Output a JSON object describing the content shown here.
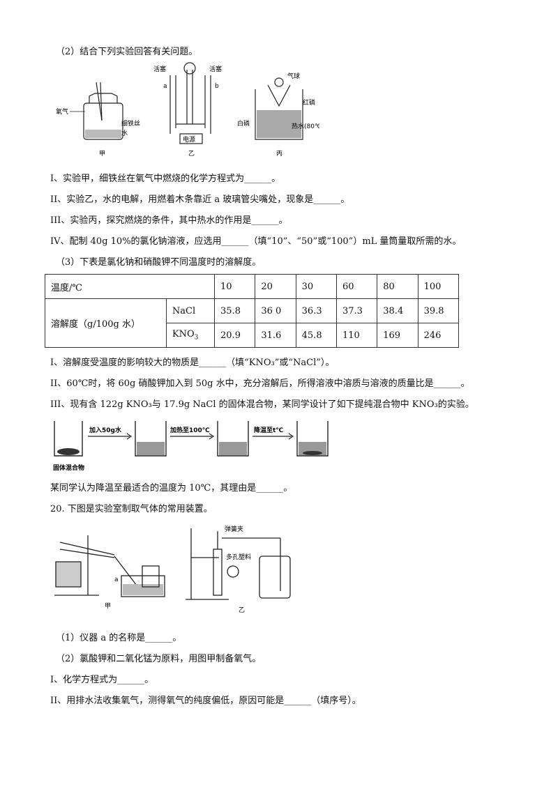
{
  "q19": {
    "part2_intro": "（2）结合下列实验回答有关问题。",
    "figure": {
      "jia_labels": {
        "oxygen": "氧气",
        "wire": "细铁丝",
        "water": "水",
        "name": "甲"
      },
      "yi_labels": {
        "piston_left": "活塞",
        "piston_right": "活塞",
        "a": "a",
        "b": "b",
        "power": "电源",
        "name": "乙"
      },
      "bing_labels": {
        "balloon": "气球",
        "red_p": "红磷",
        "white_p": "白磷",
        "hot_water": "热水(80℃)",
        "name": "丙"
      }
    },
    "q_i": "I、实验甲，细铁丝在氧气中燃烧的化学方程式为______。",
    "q_ii": "II、实验乙，水的电解，用燃着木条靠近 a 玻璃管尖嘴处，现象是______。",
    "q_iii": "III、实验丙，探究燃烧的条件，其中热水的作用是______。",
    "q_iv": "IV、配制 40g 10%的氯化钠溶液，应选用______（填“10”、“50”或“100”）mL 量筒量取所需的水。",
    "part3_intro": "（3）下表是氯化钠和硝酸钾不同温度时的溶解度。",
    "table": {
      "temp_header": "温度/℃",
      "temps": [
        "10",
        "20",
        "30",
        "60",
        "80",
        "100"
      ],
      "solubility_label": "溶解度（g/100g 水）",
      "nacl_label": "NaCl",
      "kno3_label_main": "KNO",
      "kno3_label_sub": "3",
      "nacl_values": [
        "35.8",
        "36 0",
        "36.3",
        "37.3",
        "38.4",
        "39.8"
      ],
      "kno3_values": [
        "20.9",
        "31.6",
        "45.8",
        "110",
        "169",
        "246"
      ]
    },
    "t_i": "I、溶解度受温度的影响较大的物质是______（填“KNO₃”或“NaCl”）。",
    "t_ii": "II、60℃时，将 60g 硝酸钾加入到 50g 水中，充分溶解后，所得溶液中溶质与溶液的质量比是______。",
    "t_iii": "III、现有含 122g KNO₃与 17.9g NaCl 的固体混合物，某同学设计了如下提纯混合物中 KNO₃的实验。",
    "flow": {
      "step1": "加入50g水",
      "step2": "加热至100℃",
      "step3": "降温至t℃",
      "caption": "固体混合物"
    },
    "t_reason": "某同学认为降温至最适合的温度为 10℃，其理由是______。"
  },
  "q20": {
    "stem": "20. 下图是实验室制取气体的常用装置。",
    "figure": {
      "jia_name": "甲",
      "yi_name": "乙",
      "a_label": "a",
      "clamp": "弹簧夹",
      "plate": "多孔塑料"
    },
    "p1": "（1）仪器 a 的名称是______。",
    "p2": "（2）氯酸钾和二氧化锰为原料，用图甲制备氧气。",
    "p2_i": "I、化学方程式为______。",
    "p2_ii": "II、用排水法收集氧气，测得氧气的纯度偏低，原因可能是______（填序号）。"
  }
}
